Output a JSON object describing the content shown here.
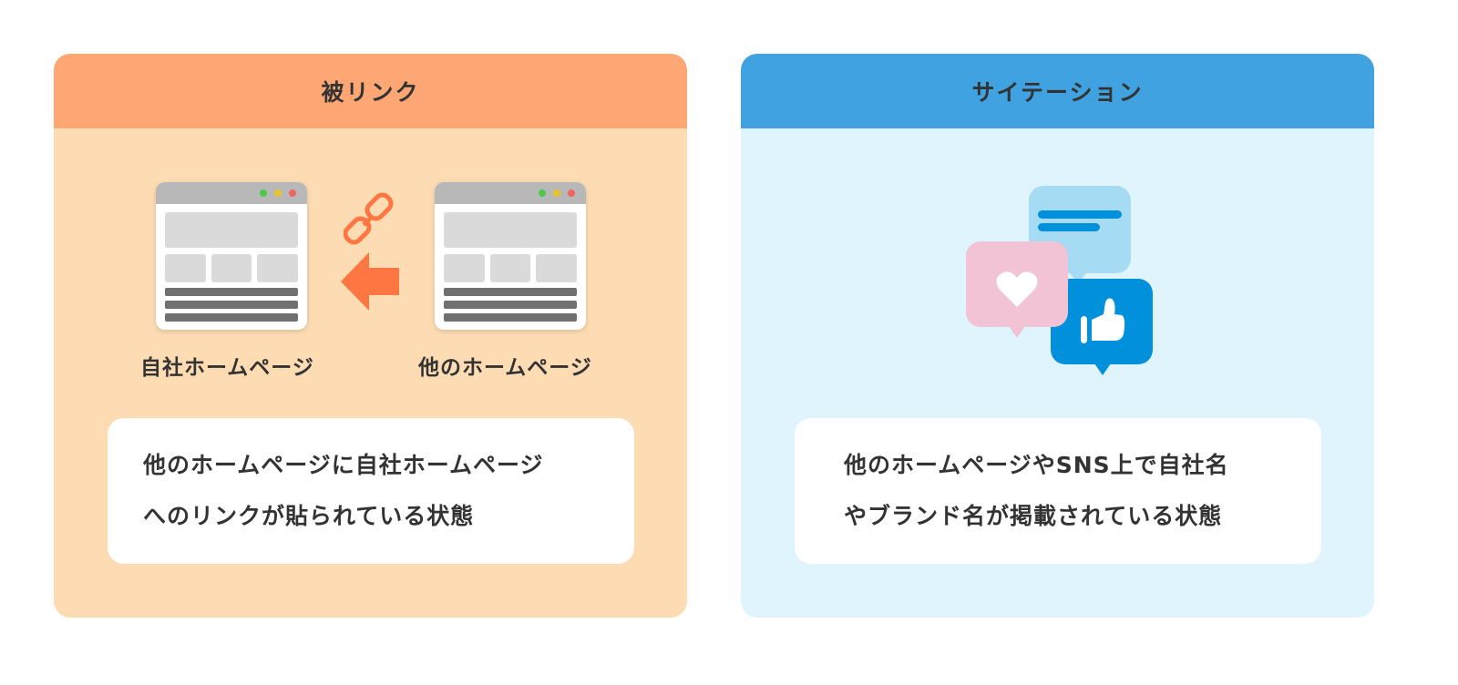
{
  "backlink": {
    "title": "被リンク",
    "own_site_label": "自社ホームページ",
    "other_site_label": "他のホームページ",
    "description_line1": "他のホームページに自社ホームページ",
    "description_line2": "へのリンクが貼られている状態",
    "icons": [
      "browser-window",
      "chain-link-icon",
      "arrow-left-icon"
    ],
    "accent": "#fe7641"
  },
  "citation": {
    "title": "サイテーション",
    "description_line1": "他のホームページやSNS上で自社名",
    "description_line2": "やブランド名が掲載されている状態",
    "icons": [
      "comment-bubble-icon",
      "heart-bubble-icon",
      "thumbs-up-bubble-icon"
    ],
    "accent": "#0090dc"
  }
}
